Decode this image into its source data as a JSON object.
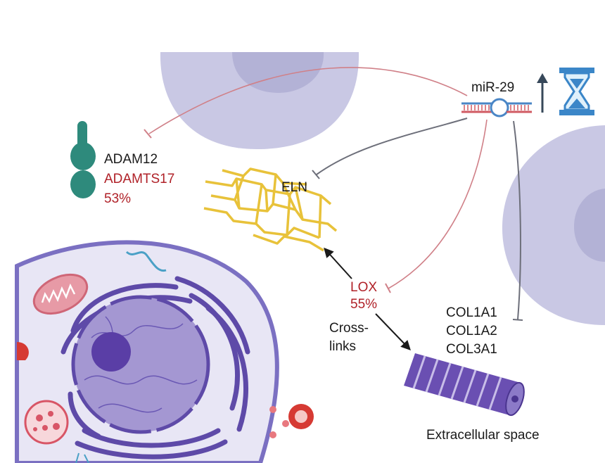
{
  "labels": {
    "mir29": "miR-29",
    "adam12": "ADAM12",
    "adamts17": "ADAMTS17",
    "adamts17_pct": "53%",
    "eln": "ELN",
    "lox": "LOX",
    "lox_pct": "55%",
    "crosslinks_1": "Cross-",
    "crosslinks_2": "links",
    "col1a1": "COL1A1",
    "col1a2": "COL1A2",
    "col3a1": "COL3A1",
    "extracellular": "Extracellular space"
  },
  "colors": {
    "text": "#1a1a1a",
    "highlight_red": "#b02128",
    "cell": "#c9c8e4",
    "nucleus": "#b3b2d6",
    "elastin": "#e8c23a",
    "collagen": "#5b3f9e",
    "protein": "#2e8a7c",
    "hourglass": "#3b86c8"
  },
  "icons": [
    "hourglass-icon",
    "up-arrow-icon",
    "mirna-hairpin-icon",
    "protease-icon",
    "collagen-fiber-icon",
    "elastin-fiber-icon"
  ]
}
